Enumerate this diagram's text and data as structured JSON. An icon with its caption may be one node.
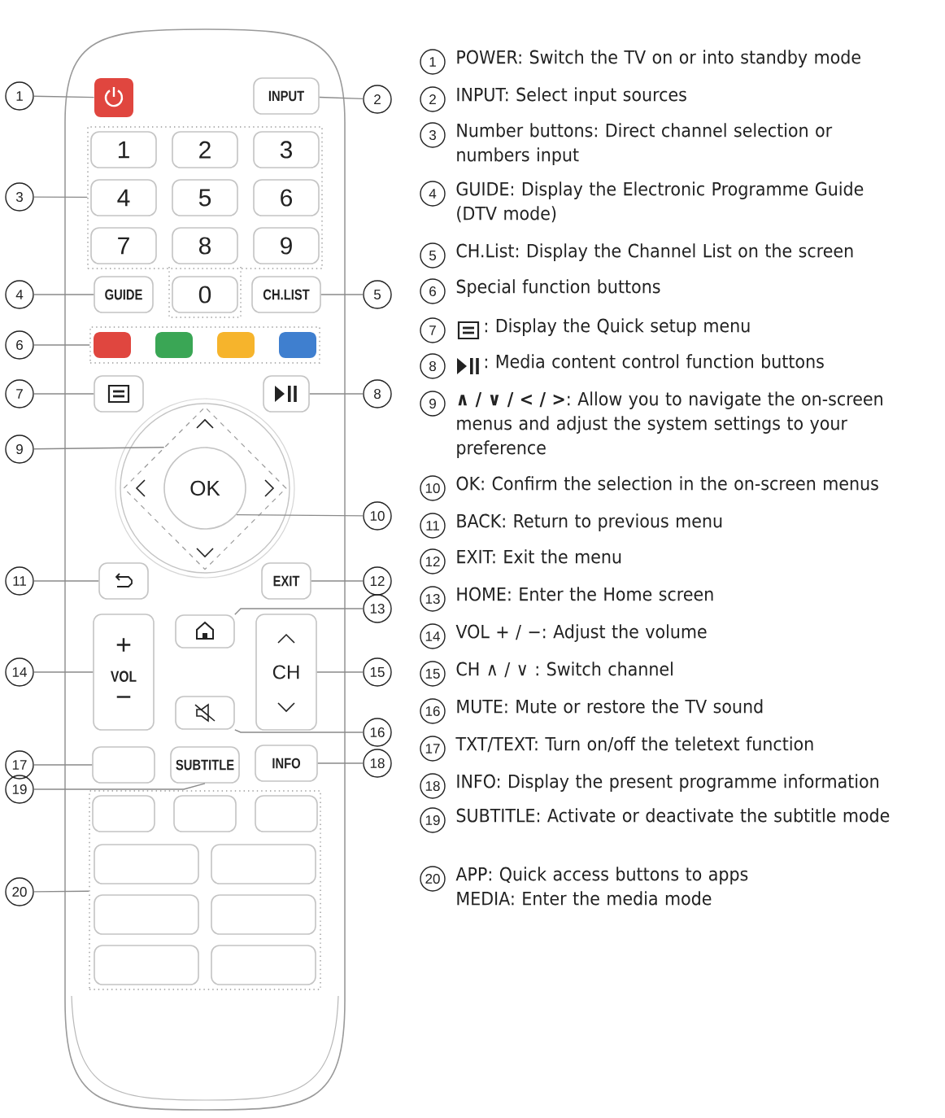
{
  "diagram": {
    "nodes": [
      {
        "text": [
          "1"
        ]
      },
      {
        "text": [
          "2"
        ]
      },
      {
        "text": [
          "3"
        ]
      },
      {
        "text": [
          "4"
        ]
      },
      {
        "text": [
          "5"
        ]
      },
      {
        "text": [
          "6"
        ]
      },
      {
        "text": [
          "7"
        ]
      },
      {
        "text": [
          "8"
        ]
      },
      {
        "text": [
          "9"
        ]
      },
      {
        "text": [
          "10"
        ]
      },
      {
        "text": [
          "11"
        ]
      },
      {
        "text": [
          "12"
        ]
      },
      {
        "text": [
          "13"
        ]
      },
      {
        "text": [
          "14"
        ]
      },
      {
        "text": [
          "15"
        ]
      },
      {
        "text": [
          "16"
        ]
      },
      {
        "text": [
          "17"
        ]
      },
      {
        "text": [
          "18"
        ]
      },
      {
        "text": [
          "19"
        ]
      },
      {
        "text": [
          "20"
        ]
      },
      {
        "text": [],
        "shape": "box"
      },
      {
        "text": [
          "INPUT"
        ]
      },
      {
        "text": [],
        "shape": "box"
      },
      {
        "text": [
          "1"
        ],
        "in": 22
      },
      {
        "text": [
          "2"
        ],
        "in": 22
      },
      {
        "text": [
          "3"
        ],
        "in": 22
      },
      {
        "text": [
          "4"
        ],
        "in": 22
      },
      {
        "text": [
          "5"
        ],
        "in": 22
      },
      {
        "text": [
          "6"
        ],
        "in": 22
      },
      {
        "text": [
          "7"
        ],
        "in": 22
      },
      {
        "text": [
          "8"
        ],
        "in": 22
      },
      {
        "text": [
          "9"
        ],
        "in": 22
      },
      {
        "text": [
          "GUIDE"
        ]
      },
      {
        "text": [
          "0"
        ]
      },
      {
        "text": [
          "CH.LIST"
        ]
      },
      {
        "text": [],
        "shape": "box"
      },
      {
        "text": [],
        "shape": "box",
        "in": 35
      },
      {
        "text": [],
        "shape": "box",
        "in": 35
      },
      {
        "text": [],
        "shape": "box",
        "in": 35
      },
      {
        "text": [],
        "shape": "box",
        "in": 35
      },
      {
        "text": [],
        "shape": "box"
      },
      {
        "text": [],
        "shape": "box"
      },
      {
        "text": [],
        "shape": "diamond"
      },
      {
        "text": [
          "OK"
        ],
        "in": 42
      },
      {
        "text": [],
        "shape": "box"
      },
      {
        "text": [
          "EXIT"
        ]
      },
      {
        "text": [],
        "shape": "box"
      },
      {
        "text": [
          "+",
          "VOL",
          "−"
        ]
      },
      {
        "text": [
          "CH"
        ]
      },
      {
        "text": [],
        "shape": "box"
      },
      {
        "text": [],
        "shape": "box"
      },
      {
        "text": [
          "SUBTITLE"
        ]
      },
      {
        "text": [
          "INFO"
        ]
      },
      {
        "text": [],
        "shape": "box"
      },
      {
        "text": [],
        "shape": "box",
        "in": 53
      },
      {
        "text": [],
        "shape": "box",
        "in": 53
      },
      {
        "text": [],
        "shape": "box",
        "in": 53
      },
      {
        "text": [],
        "shape": "box",
        "in": 53
      },
      {
        "text": [],
        "shape": "box",
        "in": 53
      },
      {
        "text": [],
        "shape": "box",
        "in": 53
      },
      {
        "text": [],
        "shape": "box",
        "in": 53
      },
      {
        "text": [],
        "shape": "box",
        "in": 53
      },
      {
        "text": [],
        "shape": "box",
        "in": 53
      },
      {
        "text": [
          "1"
        ],
        "beside": [
          "POWER: Switch the TV on or into standby mode"
        ]
      },
      {
        "text": [
          "2"
        ],
        "beside": [
          "INPUT: Select input sources"
        ]
      },
      {
        "text": [
          "3"
        ],
        "beside": [
          "Number buttons: Direct channel selection or numbers input"
        ]
      },
      {
        "text": [
          "4"
        ],
        "beside": [
          "GUIDE: Display the Electronic Programme Guide (DTV mode)"
        ]
      },
      {
        "text": [
          "5"
        ],
        "beside": [
          "CH.List: Display the Channel List on the screen"
        ]
      },
      {
        "text": [
          "6"
        ],
        "beside": [
          "Special function buttons"
        ]
      },
      {
        "text": [
          "7"
        ],
        "beside": [
          ": Display the Quick setup menu"
        ]
      },
      {
        "text": [
          "8"
        ],
        "beside": [
          ": Media content control function buttons"
        ]
      },
      {
        "text": [
          "9"
        ],
        "beside": [
          "**∧ / ∨ / < / >**: Allow you to navigate the on-screen menus and adjust the system settings to your preference"
        ]
      },
      {
        "text": [
          "10"
        ],
        "beside": [
          "OK: Confirm the selection in the on-screen menus"
        ]
      },
      {
        "text": [
          "11"
        ],
        "beside": [
          "BACK: Return to previous menu"
        ]
      },
      {
        "text": [
          "12"
        ],
        "beside": [
          "EXIT: Exit the menu"
        ]
      },
      {
        "text": [
          "13"
        ],
        "beside": [
          "HOME: Enter the Home screen"
        ]
      },
      {
        "text": [
          "14"
        ],
        "beside": [
          "VOL + / −: Adjust the volume"
        ]
      },
      {
        "text": [
          "15"
        ],
        "beside": [
          "CH ∧ / ∨ : Switch channel"
        ]
      },
      {
        "text": [
          "16"
        ],
        "beside": [
          "MUTE: Mute or restore the TV sound"
        ]
      },
      {
        "text": [
          "17"
        ],
        "beside": [
          "TXT/TEXT: Turn on/off the teletext function"
        ]
      },
      {
        "text": [
          "18"
        ],
        "beside": [
          "INFO: Display the present programme information"
        ]
      },
      {
        "text": [
          "19"
        ],
        "beside": [
          "SUBTITLE: Activate or deactivate the subtitle mode"
        ]
      },
      {
        "text": [
          "20"
        ],
        "beside": [
          "APP: Quick access buttons to apps",
          "MEDIA: Enter the media mode"
        ]
      }
    ],
    "edges": [
      {
        "from": 0,
        "to": 20,
        "arrow": "none"
      },
      {
        "from": 1,
        "to": 21,
        "arrow": "none"
      },
      {
        "from": 2,
        "to": 22,
        "arrow": "none"
      },
      {
        "from": 3,
        "to": 32,
        "arrow": "none"
      },
      {
        "from": 4,
        "to": 34,
        "arrow": "none"
      },
      {
        "from": 5,
        "to": 35,
        "arrow": "none"
      },
      {
        "from": 6,
        "to": 40,
        "arrow": "none"
      },
      {
        "from": 7,
        "to": 41,
        "arrow": "none"
      },
      {
        "from": 8,
        "to": 42,
        "arrow": "none"
      },
      {
        "from": 9,
        "to": 43,
        "arrow": "none"
      },
      {
        "from": 10,
        "to": 44,
        "arrow": "none"
      },
      {
        "from": 11,
        "to": 45,
        "arrow": "none"
      },
      {
        "from": 12,
        "to": 46,
        "arrow": "none"
      },
      {
        "from": 13,
        "to": 47,
        "arrow": "none"
      },
      {
        "from": 14,
        "to": 48,
        "arrow": "none"
      },
      {
        "from": 15,
        "to": 49,
        "arrow": "none"
      },
      {
        "from": 16,
        "to": 50,
        "arrow": "none"
      },
      {
        "from": 17,
        "to": 52,
        "arrow": "none"
      },
      {
        "from": 18,
        "to": 51,
        "arrow": "none"
      },
      {
        "from": 19,
        "to": 53,
        "arrow": "none"
      }
    ]
  }
}
